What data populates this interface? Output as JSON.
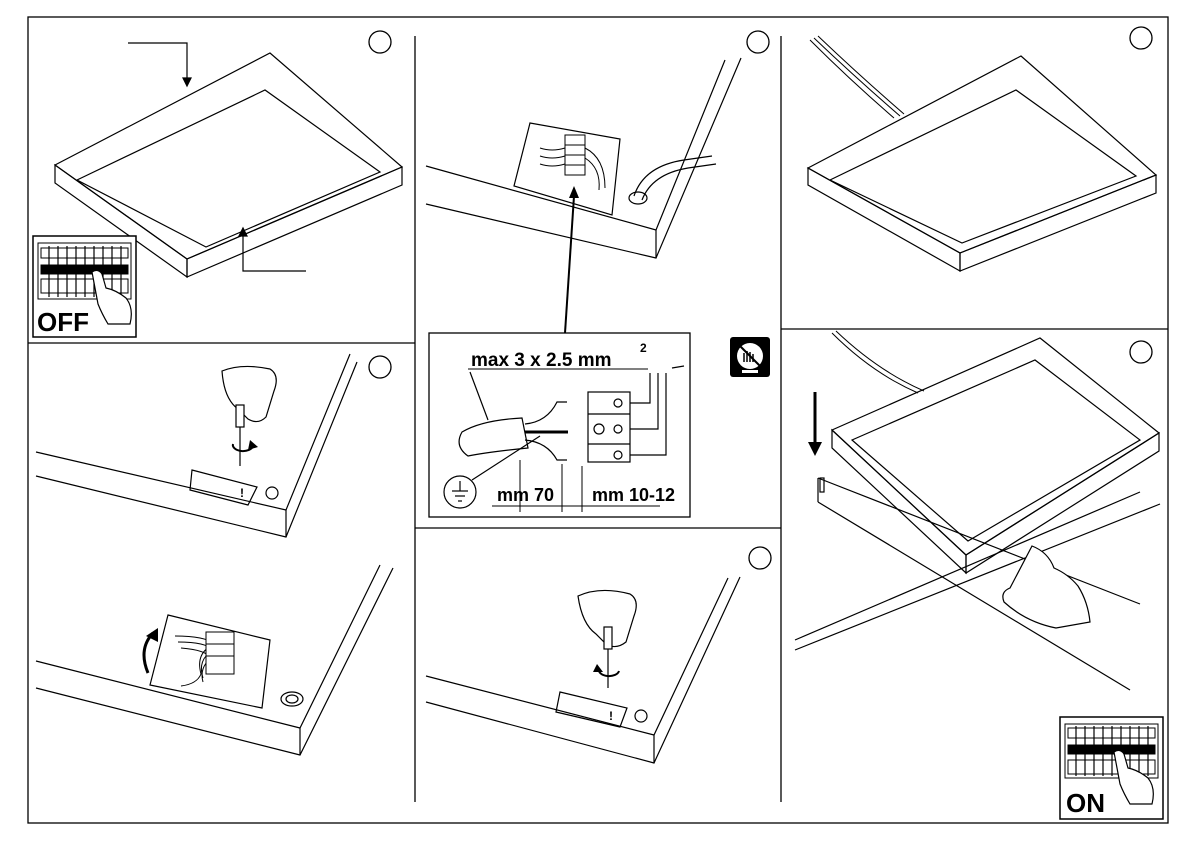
{
  "labels": {
    "off": "OFF",
    "on": "ON",
    "cable_spec": "max 3 x 2.5 mm",
    "cable_spec_sup": "2",
    "strip_length": "mm 70",
    "core_strip_length": "mm 10-12",
    "caution_mark": "!"
  },
  "icons": [
    "breaker-panel-icon",
    "hand-icon",
    "screwdriver-icon",
    "rotate-arrow-icon",
    "earth-ground-icon",
    "no-touch-warning-icon",
    "terminal-block-icon",
    "down-arrow-icon"
  ],
  "colors": {
    "ink": "#000000",
    "paper": "#ffffff",
    "badge": "#000000"
  }
}
